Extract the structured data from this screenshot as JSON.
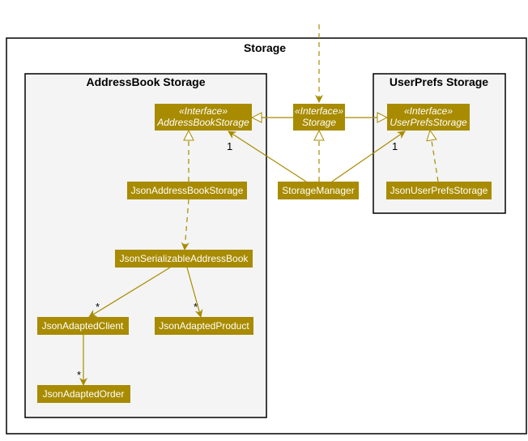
{
  "colors": {
    "class_fill": "#A88B00",
    "arrow": "#A88B00",
    "package_fill": "#F3F4F3",
    "text_on_class": "#FFFFFF"
  },
  "packages": {
    "storage": {
      "title": "Storage"
    },
    "addressbook": {
      "title": "AddressBook Storage"
    },
    "userprefs": {
      "title": "UserPrefs Storage"
    }
  },
  "classes": {
    "address_book_storage": {
      "stereotype": "«Interface»",
      "name": "AddressBookStorage"
    },
    "storage": {
      "stereotype": "«Interface»",
      "name": "Storage"
    },
    "user_prefs_storage": {
      "stereotype": "«Interface»",
      "name": "UserPrefsStorage"
    },
    "json_address_book_storage": {
      "name": "JsonAddressBookStorage"
    },
    "storage_manager": {
      "name": "StorageManager"
    },
    "json_user_prefs_storage": {
      "name": "JsonUserPrefsStorage"
    },
    "json_serializable_address_book": {
      "name": "JsonSerializableAddressBook"
    },
    "json_adapted_client": {
      "name": "JsonAdaptedClient"
    },
    "json_adapted_product": {
      "name": "JsonAdaptedProduct"
    },
    "json_adapted_order": {
      "name": "JsonAdaptedOrder"
    }
  },
  "multiplicities": {
    "manager_to_addressbook": "1",
    "manager_to_userprefs": "1",
    "serializable_to_client": "*",
    "serializable_to_product": "*",
    "client_to_order": "*"
  }
}
